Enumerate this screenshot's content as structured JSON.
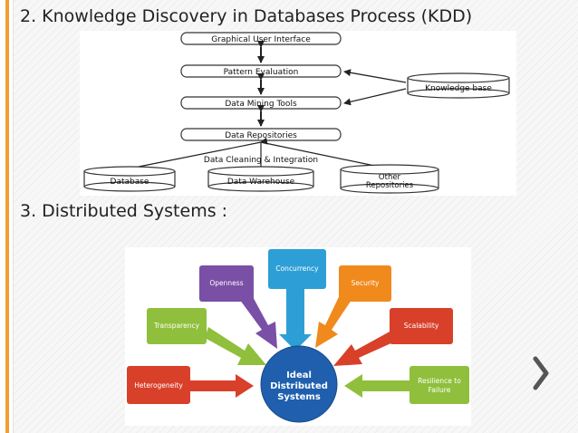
{
  "headings": {
    "kdd": "2. Knowledge Discovery in Databases Process (KDD)",
    "distributed": "3. Distributed Systems :"
  },
  "kdd_diagram": {
    "layers": [
      "Graphical User Interface",
      "Pattern Evaluation",
      "Data Mining Tools",
      "Data Repositories"
    ],
    "knowledge_base": "Knowledge base",
    "integration_label": "Data Cleaning & Integration",
    "sources": [
      "Database",
      "Data Warehouse",
      "Other",
      "Repositories"
    ]
  },
  "ds_diagram": {
    "center": [
      "Ideal",
      "Distributed",
      "Systems"
    ],
    "nodes": {
      "concurrency": "Concurrency",
      "openness": "Openness",
      "security": "Security",
      "transparency": "Transparency",
      "scalability": "Scalability",
      "heterogeneity": "Heterogeneity",
      "resilience_1": "Resilience to",
      "resilience_2": "Failure"
    },
    "colors": {
      "concurrency": "#2e9fd6",
      "openness": "#7a4fa6",
      "security": "#f08a1c",
      "transparency": "#8fbf3c",
      "scalability": "#d8402a",
      "heterogeneity": "#d8402a",
      "resilience": "#8fbf3c",
      "center": "#1f5fae"
    }
  },
  "nav": {
    "next_icon": "chevron-right-icon"
  }
}
